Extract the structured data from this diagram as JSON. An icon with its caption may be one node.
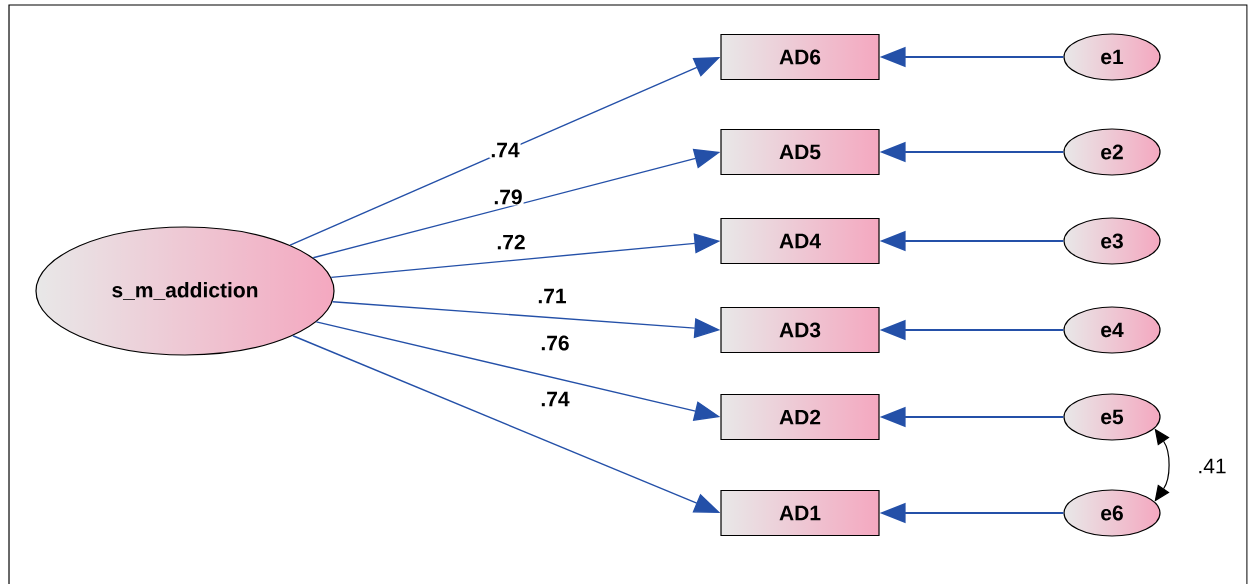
{
  "diagram": {
    "nodes": [
      {
        "text": [
          "s_m_addiction"
        ]
      },
      {
        "text": [
          "AD6"
        ]
      },
      {
        "text": [
          "AD5"
        ]
      },
      {
        "text": [
          "AD4"
        ]
      },
      {
        "text": [
          "AD3"
        ]
      },
      {
        "text": [
          "AD2"
        ]
      },
      {
        "text": [
          "AD1"
        ]
      },
      {
        "text": [
          "e1"
        ]
      },
      {
        "text": [
          "e2"
        ]
      },
      {
        "text": [
          "e3"
        ]
      },
      {
        "text": [
          "e4"
        ]
      },
      {
        "text": [
          "e5"
        ]
      },
      {
        "text": [
          "e6"
        ]
      }
    ],
    "edges": [
      {
        "from": 0,
        "to": 1,
        "arrow": "to",
        "label": ".74"
      },
      {
        "from": 0,
        "to": 2,
        "arrow": "to",
        "label": ".79"
      },
      {
        "from": 0,
        "to": 3,
        "arrow": "to",
        "label": ".72"
      },
      {
        "from": 0,
        "to": 4,
        "arrow": "to",
        "label": ".71"
      },
      {
        "from": 0,
        "to": 5,
        "arrow": "to",
        "label": ".76"
      },
      {
        "from": 0,
        "to": 6,
        "arrow": "to",
        "label": ".74"
      },
      {
        "from": 7,
        "to": 1,
        "arrow": "to"
      },
      {
        "from": 8,
        "to": 2,
        "arrow": "to"
      },
      {
        "from": 9,
        "to": 3,
        "arrow": "to"
      },
      {
        "from": 10,
        "to": 4,
        "arrow": "to"
      },
      {
        "from": 11,
        "to": 5,
        "arrow": "to"
      },
      {
        "from": 12,
        "to": 6,
        "arrow": "to"
      },
      {
        "from": 11,
        "to": 12,
        "arrow": "both",
        "label": ".41",
        "color": "#000000"
      }
    ]
  }
}
